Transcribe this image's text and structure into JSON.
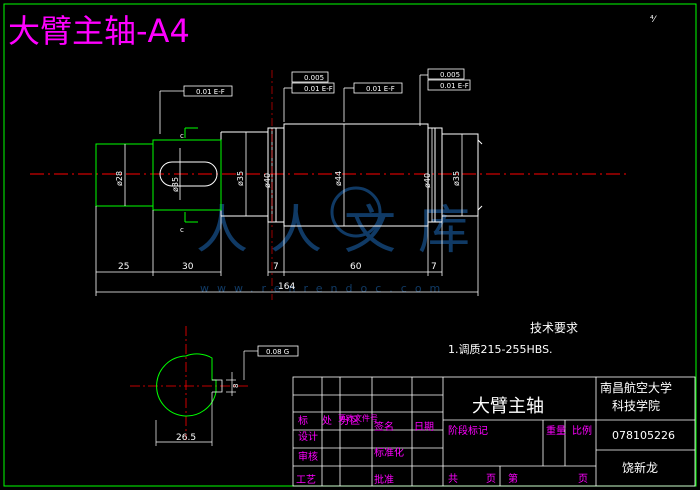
{
  "drawing": {
    "title": "大臂主轴-A4",
    "corner_mark": "⁴⁄",
    "technical_requirements": {
      "heading": "技术要求",
      "item": "1.调质215-255HBS."
    },
    "tolerances": {
      "runout_left": "0.01 E-F",
      "runout_mid": "0.01 E-F",
      "cyl_left": "0.005",
      "runout_left2": "0.01 E-F",
      "cyl_right": "0.005",
      "runout_right": "0.01 E-F",
      "section_sym": "0.08 G"
    },
    "dimensions": {
      "d_left": "ø28",
      "keyway_d": "ø35",
      "d_mid1": "ø35",
      "d_bear_left": "ø40",
      "d_body": "ø44",
      "d_bear_right": "ø40",
      "d_right": "ø35",
      "len_25": "25",
      "len_30": "30",
      "len_7a": "7",
      "len_60": "60",
      "len_7b": "7",
      "len_total": "164",
      "section_width": "26.5",
      "section_depth": "8"
    },
    "title_block": {
      "part_name": "大臂主轴",
      "school_line1": "南昌航空大学",
      "school_line2": "科技学院",
      "student_id": "078105226",
      "student_name": "饶新龙",
      "cells": {
        "mark": "标",
        "count": "处",
        "zone": "分区",
        "change_doc": "更改文件号",
        "sign": "签名",
        "date": "日期",
        "design": "设计",
        "standardize": "标准化",
        "review": "审核",
        "process": "工艺",
        "approve": "批准",
        "stage_mark": "阶段标记",
        "weight": "重量",
        "scale": "比例",
        "total": "共",
        "page": "页",
        "sheet": "第",
        "page2": "页"
      }
    },
    "watermark": "人人文库",
    "watermark_url": "www.renrendoc.com"
  },
  "colors": {
    "background": "#000000",
    "frame": "#00ff00",
    "outline": "#ffffff",
    "centerline": "#ff0000",
    "title": "#ff00ff",
    "hatching": "#00ff00",
    "dimension": "#ffffff",
    "watermark": "#1e6ab8"
  }
}
